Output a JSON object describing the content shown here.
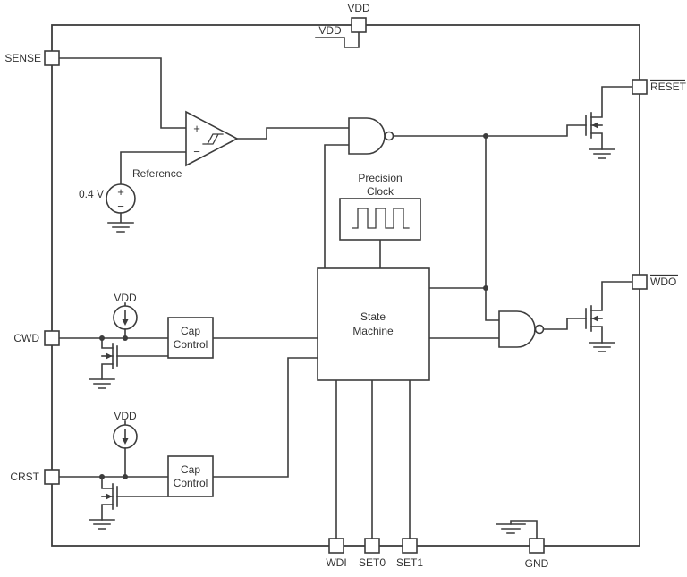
{
  "diagram": {
    "pins": {
      "vdd": "VDD",
      "sense": "SENSE",
      "cwd": "CWD",
      "crst": "CRST",
      "reset": "RESET",
      "wdo": "WDO",
      "wdi": "WDI",
      "set0": "SET0",
      "set1": "SET1",
      "gnd": "GND"
    },
    "power": {
      "rail_vdd": "VDD",
      "cs_wd_vdd": "VDD",
      "cs_rst_vdd": "VDD"
    },
    "comparator": {
      "plus": "+",
      "minus": "−"
    },
    "reference": {
      "label": "Reference",
      "value": "0.4 V",
      "plus": "+",
      "minus": "−"
    },
    "clock": {
      "line1": "Precision",
      "line2": "Clock"
    },
    "state_machine": {
      "line1": "State",
      "line2": "Machine"
    },
    "cap_control_wd": {
      "line1": "Cap",
      "line2": "Control"
    },
    "cap_control_rst": {
      "line1": "Cap",
      "line2": "Control"
    },
    "colors": {
      "line": "#3c3c3c",
      "background": "#ffffff"
    }
  }
}
